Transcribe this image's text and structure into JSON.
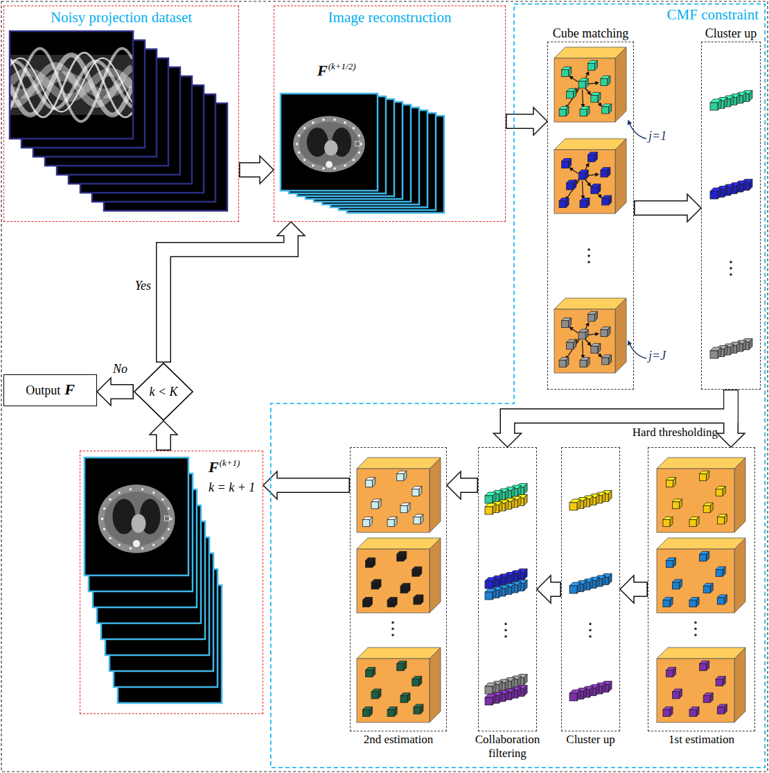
{
  "diagram": {
    "nodes": [
      {
        "text": [
          "Noisy projection dataset"
        ]
      },
      {
        "text": [
          "Image reconstruction",
          "F",
          "(k+1/2)"
        ]
      },
      {
        "text": [
          "CMF constraint"
        ]
      },
      {
        "text": [
          "Cube matching"
        ],
        "in": 2
      },
      {
        "text": [
          "Cluster up"
        ],
        "in": 2
      },
      {
        "text": [
          "1st estimation"
        ],
        "in": 2
      },
      {
        "text": [
          "Cluster up"
        ],
        "in": 2
      },
      {
        "text": [
          "Collaboration filtering"
        ],
        "in": 2
      },
      {
        "text": [
          "2nd estimation"
        ],
        "in": 2
      },
      {
        "text": [
          "k < K"
        ]
      },
      {
        "text": [
          "Output",
          "F"
        ]
      },
      {
        "text": [
          "F",
          "(k+1)",
          "k = k + 1"
        ]
      }
    ],
    "edges": [
      {
        "from": 0,
        "to": 1,
        "arrow": "to"
      },
      {
        "from": 1,
        "to": 3,
        "arrow": "to"
      },
      {
        "from": 3,
        "to": 4,
        "arrow": "to"
      },
      {
        "from": 4,
        "to": 5,
        "label": "Hard thresholding",
        "arrow": "to"
      },
      {
        "from": 4,
        "to": 7,
        "arrow": "to"
      },
      {
        "from": 5,
        "to": 6,
        "arrow": "to"
      },
      {
        "from": 6,
        "to": 7,
        "arrow": "to"
      },
      {
        "from": 7,
        "to": 8,
        "arrow": "to"
      },
      {
        "from": 8,
        "to": 11,
        "arrow": "to"
      },
      {
        "from": 11,
        "to": 9,
        "arrow": "to"
      },
      {
        "from": 9,
        "to": 1,
        "label": "Yes",
        "arrow": "to"
      },
      {
        "from": 9,
        "to": 10,
        "label": "No",
        "arrow": "to"
      }
    ],
    "labels": [
      "j=1",
      "j=J"
    ]
  }
}
